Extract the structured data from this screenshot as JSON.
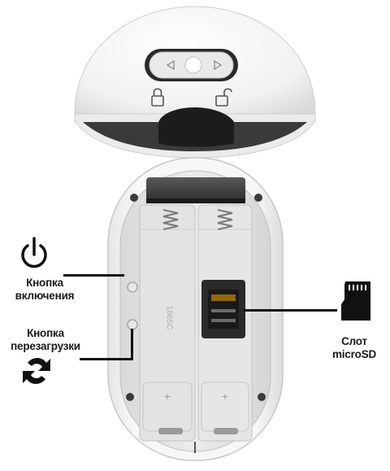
{
  "labels": {
    "power_line1": "Кнопка",
    "power_line2": "включения",
    "reset_line1": "Кнопка",
    "reset_line2": "перезагрузки",
    "microsd_slot": "Слот microSD",
    "battery_marking": "1865C"
  },
  "icons": {
    "power": "power-icon",
    "reset": "sync-arrows-icon",
    "microsd": "microsd-card-icon",
    "lock_closed": "lock-closed-icon",
    "lock_open": "lock-open-icon",
    "arrow_left": "triangle-left-icon",
    "arrow_right": "triangle-right-icon"
  },
  "colors": {
    "device_body": "#f2f2f2",
    "dark_cavity": "#1e1e1e",
    "callout_line": "#111111",
    "label_text": "#1a1a1a"
  }
}
